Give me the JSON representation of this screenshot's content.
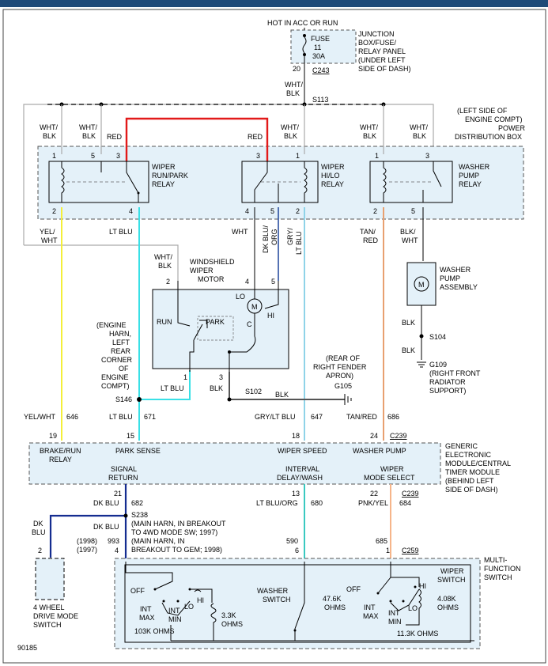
{
  "wire_colors": {
    "red": "#e21a1a",
    "yellow": "#f4ef3a",
    "cyan": "#39e0e6",
    "tan": "#e8a070",
    "black": "#000000",
    "gray": "#9a9a9a",
    "darkblue": "#142c90",
    "lightblue": "#8fd3e8",
    "orange": "#f6b58a",
    "dkblu_lo": "#2a4fa0",
    "teal": "#39c9c0"
  },
  "fuse": {
    "source": "HOT IN ACC OR RUN",
    "label": "FUSE",
    "number": "11",
    "amps": "30A",
    "panel": [
      "JUNCTION",
      "BOX/FUSE/",
      "RELAY PANEL",
      "(UNDER LEFT",
      "SIDE OF DASH)"
    ],
    "pin": "20",
    "connector": "C243"
  },
  "splice_s113": {
    "wire": [
      "WHT/",
      "BLK"
    ],
    "id": "S113"
  },
  "pdb": {
    "label": [
      "(LEFT SIDE OF",
      "ENGINE COMPT)",
      "POWER",
      "DISTRIBUTION BOX"
    ]
  },
  "relay_run_park": {
    "name": [
      "WIPER",
      "RUN/PARK",
      "RELAY"
    ],
    "pins": [
      "1",
      "5",
      "3",
      "2",
      "4"
    ],
    "top_wires": [
      "WHT/",
      "BLK",
      "WHT/",
      "BLK",
      "RED"
    ],
    "bottom_wires": [
      "YEL/",
      "WHT",
      "LT BLU"
    ]
  },
  "relay_hilo": {
    "name": [
      "WIPER",
      "HI/LO",
      "RELAY"
    ],
    "pins": [
      "3",
      "1",
      "4",
      "5",
      "2"
    ],
    "top_wires": [
      "RED",
      "WHT/",
      "BLK"
    ],
    "bottom_wires": [
      "WHT",
      "DK BLU/",
      "ORG",
      "GRY/",
      "LT BLU"
    ]
  },
  "relay_washer": {
    "name": [
      "WASHER",
      "PUMP",
      "RELAY"
    ],
    "pins": [
      "1",
      "3",
      "2",
      "5"
    ],
    "top_wires": [
      "WHT/",
      "BLK",
      "WHT/",
      "BLK"
    ],
    "bottom_wires": [
      "TAN/",
      "RED",
      "BLK/",
      "WHT"
    ]
  },
  "motor": {
    "name": [
      "WINDSHIELD",
      "WIPER",
      "MOTOR"
    ],
    "pins": [
      "2",
      "4",
      "5",
      "1",
      "3"
    ],
    "wire_top": [
      "WHT/",
      "BLK"
    ],
    "labels": [
      "RUN",
      "PARK",
      "LO",
      "HI",
      "C",
      "M"
    ],
    "out_wires": [
      "LT BLU",
      "BLK"
    ]
  },
  "washer_pump": {
    "name": [
      "WASHER",
      "PUMP",
      "ASSEMBLY"
    ],
    "m": "M",
    "blk": "BLK",
    "s104": "S104",
    "blk2": "BLK",
    "g109": "G109",
    "g109_loc": [
      "(RIGHT FRONT",
      "RADIATOR",
      "SUPPORT)"
    ]
  },
  "splice_s146": {
    "id": "S146",
    "desc": [
      "(ENGINE",
      "HARN,",
      "LEFT",
      "REAR",
      "CORNER",
      "OF",
      "ENGINE",
      "COMPT)"
    ]
  },
  "ground_g105": {
    "loc": [
      "(REAR OF",
      "RIGHT FENDER",
      "APRON)"
    ],
    "id": "G105",
    "s102": "S102",
    "blk": "BLK"
  },
  "gem_wires": {
    "yel": "YEL/WHT",
    "yel_n": "646",
    "ltblu": "LT BLU",
    "ltblu_n": "671",
    "gry": "GRY/LT BLU",
    "gry_n": "647",
    "tan": "TAN/RED",
    "tan_n": "686"
  },
  "gem": {
    "pins_top": [
      "19",
      "15",
      "18",
      "24"
    ],
    "connector": "C239",
    "labels_top": [
      "BRAKE/RUN",
      "RELAY",
      "PARK SENSE",
      "WIPER SPEED",
      "WASHER PUMP"
    ],
    "labels_bot": [
      "SIGNAL",
      "RETURN",
      "INTERVAL",
      "DELAY/WASH",
      "WIPER",
      "MODE SELECT"
    ],
    "desc": [
      "GENERIC",
      "ELECTRONIC",
      "MODULE/CENTRAL",
      "TIMER MODULE",
      "(BEHIND LEFT",
      "SIDE OF DASH)"
    ],
    "pins_bot": [
      "21",
      "13",
      "22"
    ],
    "connector_bot": "C239"
  },
  "lower_wires": {
    "dkblu": "DK BLU",
    "n682": "682",
    "s238": "S238",
    "s238_desc": [
      "(MAIN HARN, IN BREAKOUT",
      "TO 4WD MODE SW; 1997)",
      "(MAIN HARN, IN",
      "BREAKOUT TO GEM; 1998)"
    ],
    "ltblu_org": "LT BLU/ORG",
    "n680": "680",
    "pnk": "PNK/YEL",
    "n684": "684",
    "dkblu2": "DK",
    "blu2": "BLU",
    "dkblu3": "DK BLU",
    "y1998": "(1998)",
    "y1997": "(1997)",
    "n993": "993",
    "n590": "590",
    "n685": "685"
  },
  "switch": {
    "pins": [
      "2",
      "4",
      "6",
      "1"
    ],
    "connector": "C259",
    "name": [
      "MULTI-",
      "FUNCTION",
      "SWITCH"
    ],
    "wiper_switch": [
      "WIPER",
      "SWITCH"
    ],
    "washer_switch": [
      "WASHER",
      "SWITCH"
    ],
    "left": [
      "OFF",
      "INT",
      "MAX",
      "INT",
      "MIN",
      "LO",
      "HI",
      "103K OHMS",
      "3.3K",
      "OHMS"
    ],
    "right": [
      "OFF",
      "47.6K",
      "OHMS",
      "INT",
      "MAX",
      "INT",
      "MIN",
      "LO",
      "HI",
      "4.08K",
      "OHMS",
      "11.3K OHMS"
    ]
  },
  "fourwd": {
    "name": [
      "4 WHEEL",
      "DRIVE MODE",
      "SWITCH"
    ]
  },
  "figure_id": "90185"
}
